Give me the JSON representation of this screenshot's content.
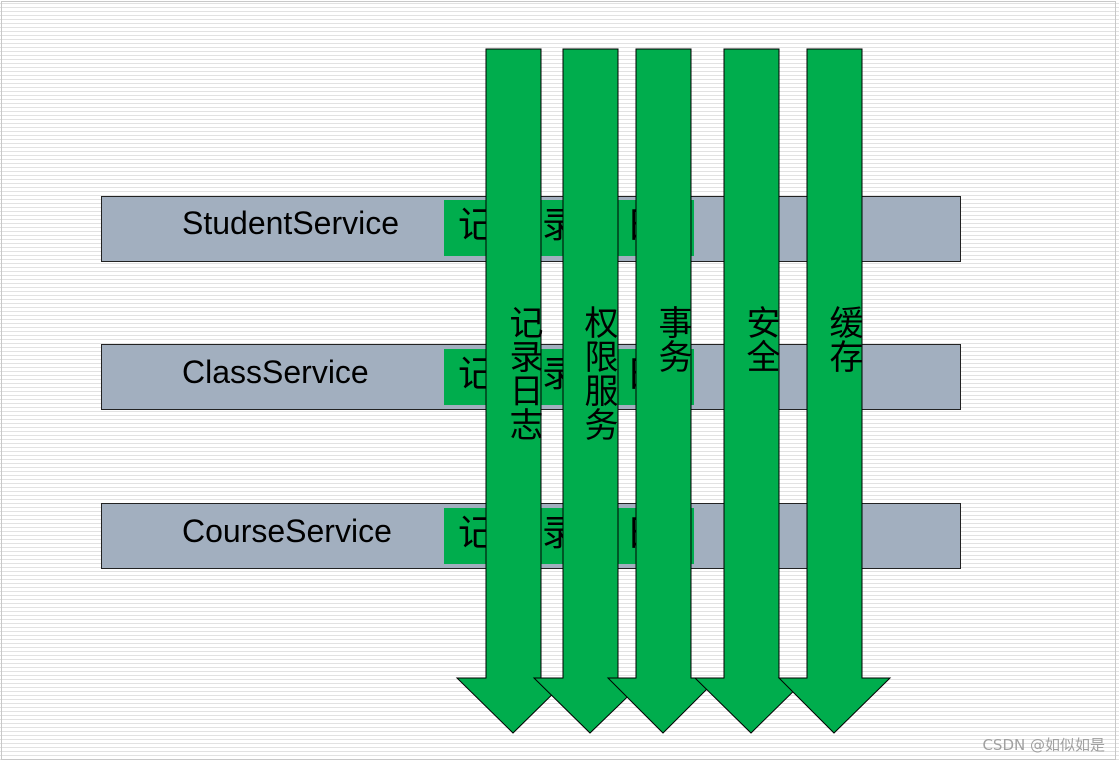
{
  "services": [
    {
      "name": "StudentService",
      "overlay": "记录日志"
    },
    {
      "name": "ClassService",
      "overlay": "记录日志"
    },
    {
      "name": "CourseService",
      "overlay": "记录日志"
    }
  ],
  "aspects": [
    {
      "label": "记录日志"
    },
    {
      "label": "权限服务"
    },
    {
      "label": "事务"
    },
    {
      "label": "安全"
    },
    {
      "label": "缓存"
    }
  ],
  "watermark": "CSDN @如似如是",
  "colors": {
    "arrow_fill": "#00ad4d",
    "service_bar": "#a2afbf"
  }
}
